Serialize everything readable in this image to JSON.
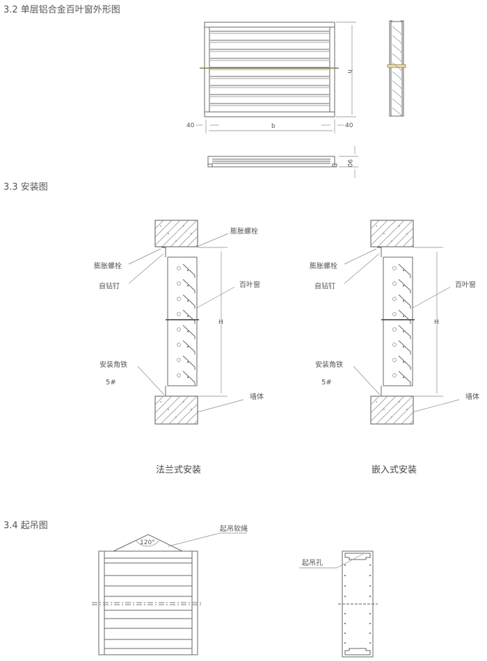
{
  "sections": {
    "outline": {
      "heading": "3.2 单层铝合金百叶窗外形图",
      "dim_h": "h",
      "dim_b": "b",
      "dim_left": "40",
      "dim_right": "40",
      "dim_depth": "90"
    },
    "install": {
      "heading": "3.3 安装图",
      "flange": {
        "caption": "法兰式安装",
        "expansion_bolt_top": "膨胀螺栓",
        "expansion_bolt": "膨胀螺栓",
        "self_drilling_screw": "自钻钉",
        "louver": "百叶窗",
        "angle_iron": "安装角铁",
        "angle_iron_size": "5#",
        "wall": "墙体",
        "dim_H": "H"
      },
      "embedded": {
        "caption": "嵌入式安装",
        "expansion_bolt": "膨胀螺栓",
        "self_drilling_screw": "自钻钉",
        "louver": "百叶窗",
        "angle_iron": "安装角铁",
        "angle_iron_size": "5#",
        "wall": "墙体",
        "dim_H": "H"
      }
    },
    "lifting": {
      "heading": "3.4 起吊图",
      "sling": "起吊软绳",
      "angle": "120°",
      "lifting_hole": "起吊孔"
    }
  }
}
